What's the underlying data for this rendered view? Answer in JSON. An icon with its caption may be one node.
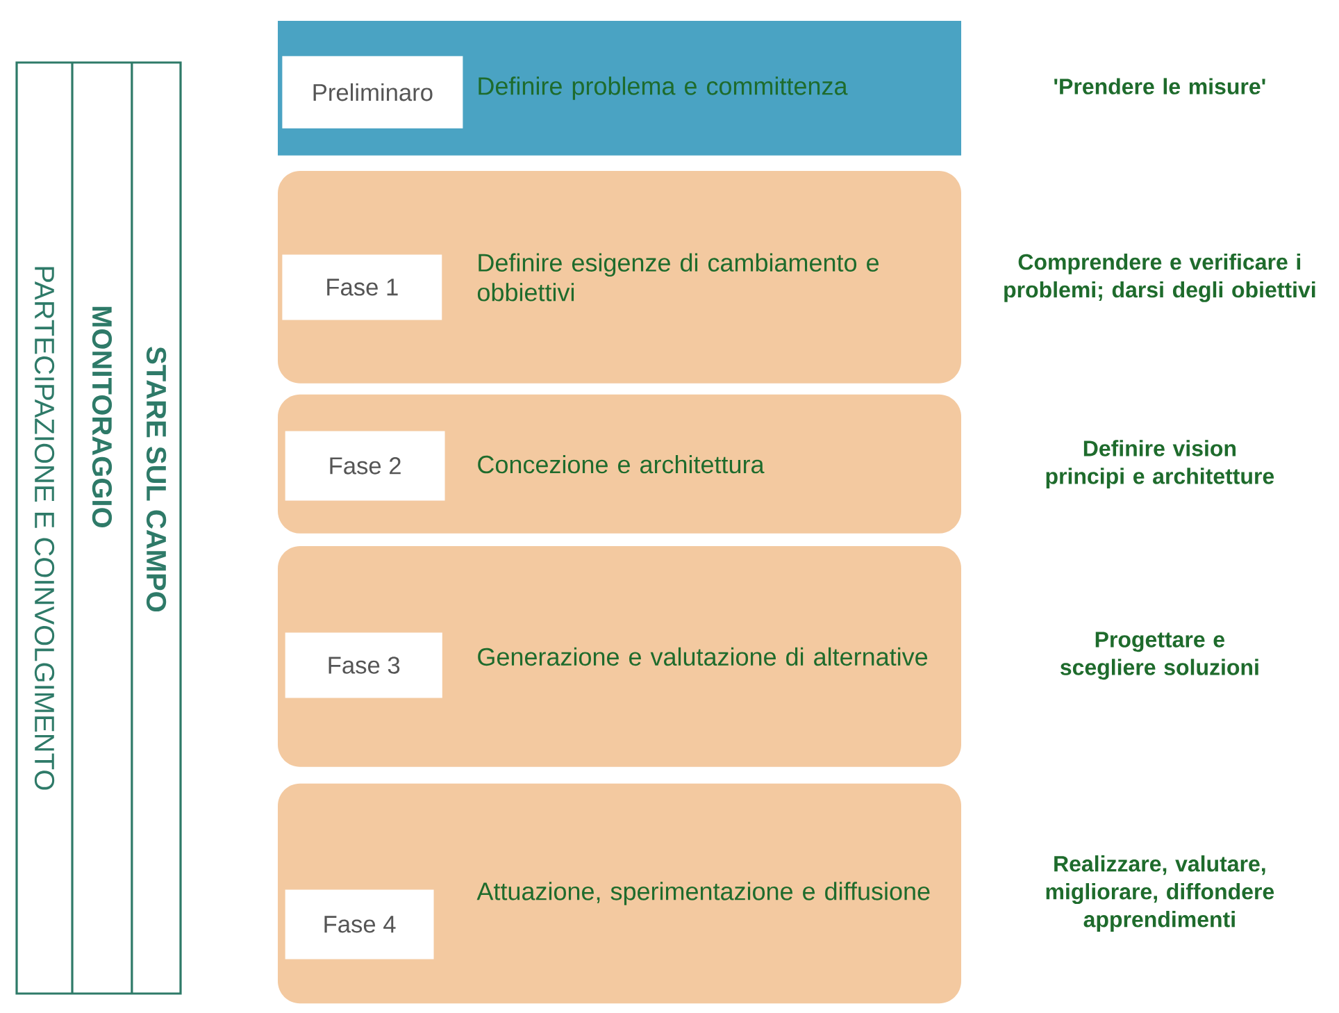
{
  "diagram": {
    "nodes": [
      {
        "text": [
          "PARTECIPAZIONE E COINVOLGIMENTO"
        ]
      },
      {
        "text": [
          "MONITORAGGIO"
        ]
      },
      {
        "text": [
          "STARE SUL CAMPO"
        ]
      },
      {
        "text": [
          "Definire problema e committenza"
        ]
      },
      {
        "text": [
          "Preliminaro"
        ],
        "in": 3
      },
      {
        "text": [
          "Definire esigenze di cambiamento e obbiettivi"
        ]
      },
      {
        "text": [
          "Fase 1"
        ],
        "in": 5
      },
      {
        "text": [
          "Concezione e architettura"
        ]
      },
      {
        "text": [
          "Fase 2"
        ],
        "in": 7
      },
      {
        "text": [
          "Generazione e valutazione di alternative"
        ]
      },
      {
        "text": [
          "Fase 3"
        ],
        "in": 9
      },
      {
        "text": [
          "Attuazione, sperimentazione e diffusione"
        ]
      },
      {
        "text": [
          "Fase 4"
        ],
        "in": 11
      }
    ],
    "labels": [
      "'Prendere le misure'",
      "Comprendere e verificare i problemi; darsi degli obiettivi",
      "Definire vision principi e architetture",
      "Progettare e scegliere soluzioni",
      "Realizzare, valutare, migliorare, diffondere apprendimenti"
    ]
  }
}
